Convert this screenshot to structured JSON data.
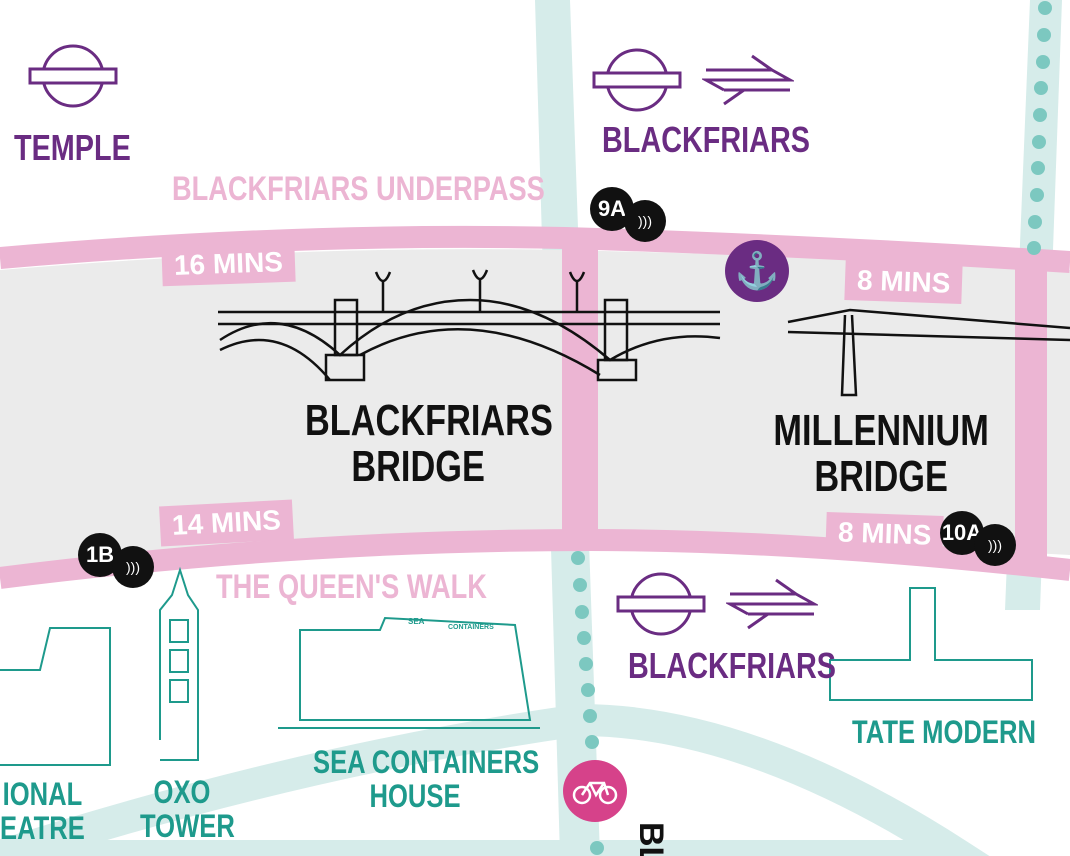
{
  "stations": {
    "temple": "TEMPLE",
    "blackfriars_north": "BLACKFRIARS",
    "blackfriars_south": "BLACKFRIARS"
  },
  "paths": {
    "underpass": "BLACKFRIARS UNDERPASS",
    "queens_walk": "THE QUEEN'S WALK"
  },
  "walk_times": {
    "blackfriars_north": "16 MINS",
    "millennium_north": "8 MINS",
    "blackfriars_south": "14 MINS",
    "millennium_south": "8 MINS"
  },
  "bridges": {
    "blackfriars": [
      "BLACKFRIARS",
      "BRIDGE"
    ],
    "millennium": [
      "MILLENNIUM",
      "BRIDGE"
    ]
  },
  "piers": {
    "pier_9a": "9A",
    "pier_1b": "1B",
    "pier_10a": "10A"
  },
  "landmarks": {
    "national_theatre": [
      "IONAL",
      "EATRE"
    ],
    "oxo_tower": [
      "OXO",
      "TOWER"
    ],
    "sea_containers": [
      "SEA CONTAINERS",
      "HOUSE"
    ],
    "sea_containers_sign": [
      "SEA",
      "CONTAINERS"
    ],
    "tate_modern": "TATE MODERN"
  },
  "street_fragment": "BL",
  "colors": {
    "purple": "#6a2c82",
    "pink": "#ecb5d3",
    "teal": "#1e9a8c",
    "river": "#ebebeb",
    "road": "#d6ecea",
    "bike": "#d6428a"
  }
}
